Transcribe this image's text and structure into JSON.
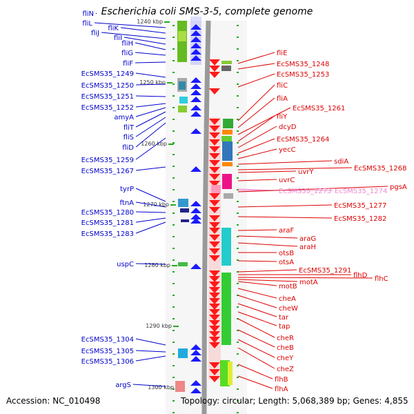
{
  "title": "Escherichia coli SMS-3-5, complete genome",
  "footer": {
    "accession": "Accession: NC_010498",
    "summary": "Topology: circular; Length: 5,068,389 bp; Genes: 4,855"
  },
  "colors": {
    "forward_label": "#0000cc",
    "reverse_label": "#dd0000",
    "rna_label": "#ee88cc",
    "backbone": "#999999",
    "forward_arrow": "#1a1aff",
    "reverse_arrow": "#ff1a1a"
  },
  "scale_labels": [
    "1240 kbp",
    "1250 kbp",
    "1260 kbp",
    "1270 kbp",
    "1280 kbp",
    "1290 kbp",
    "1300 kbp"
  ],
  "left_labels": [
    "fliN",
    "fliL",
    "fliK",
    "fliJ",
    "fliI",
    "fliH",
    "fliG",
    "fliF",
    "EcSMS35_1249",
    "EcSMS35_1250",
    "EcSMS35_1251",
    "EcSMS35_1252",
    "amyA",
    "fliT",
    "fliS",
    "fliD",
    "EcSMS35_1259",
    "EcSMS35_1267",
    "tyrP",
    "ftnA",
    "EcSMS35_1280",
    "EcSMS35_1281",
    "EcSMS35_1283",
    "uspC",
    "EcSMS35_1304",
    "EcSMS35_1305",
    "EcSMS35_1306",
    "argS"
  ],
  "right_labels": [
    "fliE",
    "EcSMS35_1248",
    "EcSMS35_1253",
    "fliC",
    "fliA",
    "EcSMS35_1261",
    "fliY",
    "dcyD",
    "EcSMS35_1264",
    "yecC",
    "sdiA",
    "EcSMS35_1268",
    "uvrY",
    "uvrC",
    "EcSMS35_1273",
    "EcSMS35_1274",
    "pgsA",
    "EcSMS35_1277",
    "EcSMS35_1282",
    "araF",
    "araG",
    "araH",
    "otsB",
    "otsA",
    "EcSMS35_1291",
    "flhD",
    "flhC",
    "motA",
    "motB",
    "cheA",
    "cheW",
    "tar",
    "tap",
    "cheR",
    "cheB",
    "cheY",
    "cheZ",
    "flhB",
    "flhA"
  ]
}
